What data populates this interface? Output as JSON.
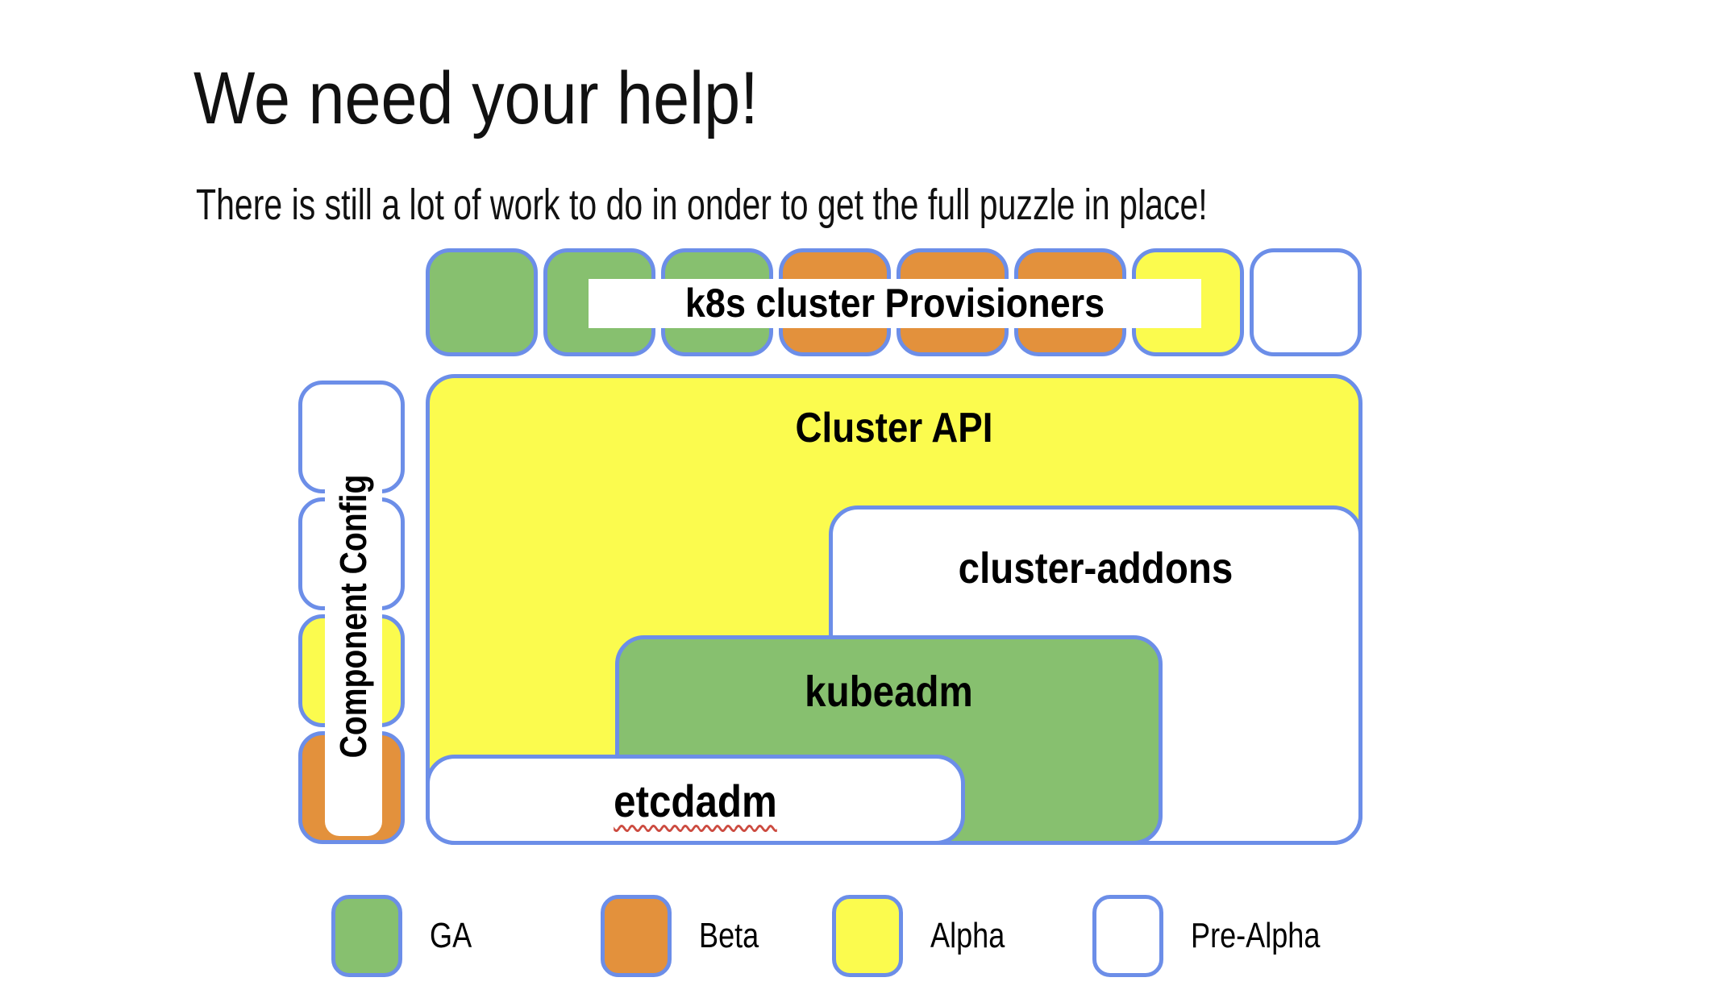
{
  "page": {
    "title": "We need your help!",
    "subtitle": "There is still a lot of work to do in onder to get the full puzzle in place!"
  },
  "colors": {
    "ga_green": "#87c06f",
    "beta_orange": "#e3913c",
    "alpha_yellow": "#fbfb4e",
    "pre_alpha_white": "#ffffff",
    "border_blue": "#6c8ee8",
    "squiggle_red": "#cc4b40"
  },
  "diagram": {
    "provisioners": {
      "label": "k8s cluster Provisioners",
      "squares": [
        "ga",
        "ga",
        "ga",
        "beta",
        "beta",
        "beta",
        "alpha",
        "pre-alpha"
      ]
    },
    "component_config": {
      "label": "Component Config",
      "squares": [
        "pre-alpha",
        "pre-alpha",
        "alpha",
        "beta"
      ]
    },
    "cluster_api": {
      "label": "Cluster API",
      "status": "alpha"
    },
    "cluster_addons": {
      "label": "cluster-addons",
      "status": "pre-alpha"
    },
    "kubeadm": {
      "label": "kubeadm",
      "status": "ga"
    },
    "etcdadm": {
      "label": "etcdadm",
      "status": "pre-alpha"
    }
  },
  "legend": {
    "items": [
      {
        "label": "GA",
        "status": "ga"
      },
      {
        "label": "Beta",
        "status": "beta"
      },
      {
        "label": "Alpha",
        "status": "alpha"
      },
      {
        "label": "Pre-Alpha",
        "status": "pre-alpha"
      }
    ]
  }
}
